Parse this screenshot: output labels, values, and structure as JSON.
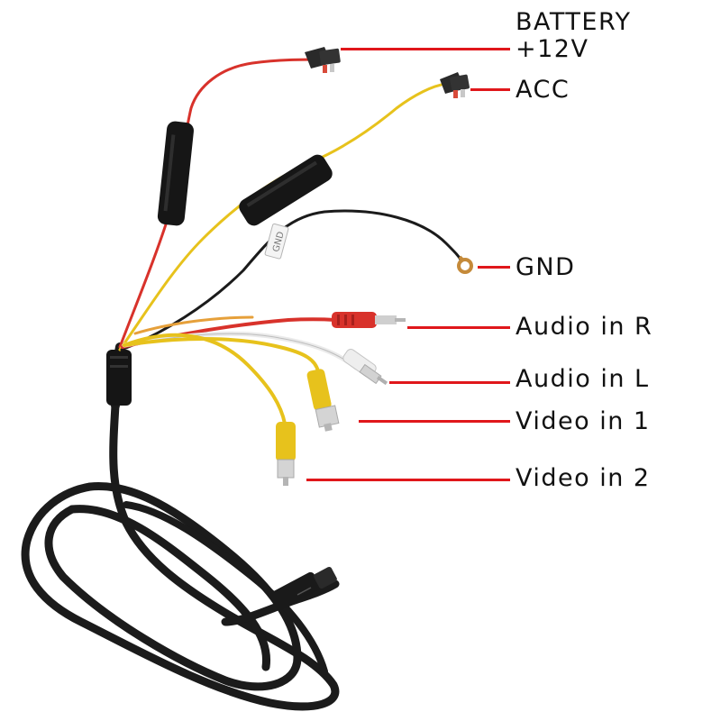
{
  "labels": {
    "battery_line1": "BATTERY",
    "battery_line2": "+12V",
    "acc": "ACC",
    "gnd": "GND",
    "audio_r": "Audio in R",
    "audio_l": "Audio in L",
    "video_1": "Video in 1",
    "video_2": "Video in 2"
  },
  "gnd_tag_text": "GND",
  "colors": {
    "leader_line": "#e0171b",
    "wire_red": "#d8322b",
    "wire_yellow": "#e7c21c",
    "wire_black": "#1b1b1b",
    "wire_white": "#eaeaea",
    "text": "#111111"
  },
  "icons": [
    "fuse-tap-plug",
    "inline-fuse-holder",
    "ring-terminal",
    "rca-plug-red",
    "rca-plug-white",
    "rca-plug-yellow",
    "aviation-connector"
  ]
}
